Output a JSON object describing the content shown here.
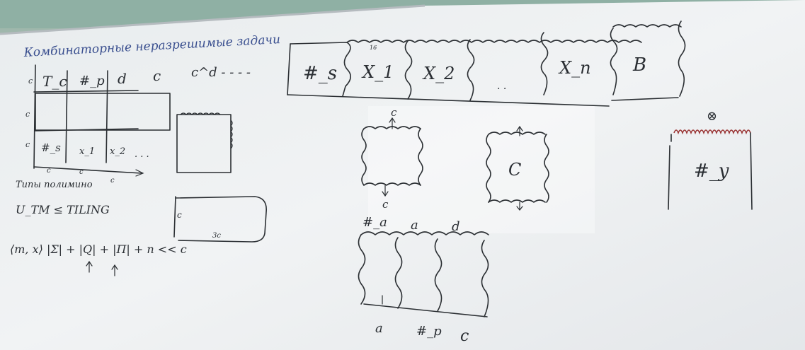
{
  "board": {
    "title": "Комбинаторные неразрешимые задачи",
    "left_grid": {
      "header_cells": [
        "T_c",
        "#_p",
        "d",
        "c"
      ],
      "bottom_row": [
        "#_s",
        "x_1",
        "x_2",
        ". . ."
      ],
      "row_label": "c",
      "bottom_labels": [
        "c",
        "c",
        "c"
      ],
      "caption": "Типы полимино",
      "inequality": "U_TM ≤ TILING",
      "formula": "⟨m, x⟩  |Σ| + |Q| + |Π| + n << c"
    },
    "top_strip": {
      "lead": "c^d - - - -",
      "cells": [
        "#_s",
        "X_1",
        "X_2",
        ". .",
        "X_n",
        "B"
      ],
      "superscript": "16"
    },
    "center_tile": {
      "top": "c",
      "bottom": "c"
    },
    "right_tile": {
      "center": "C"
    },
    "long_tile": {
      "left": "c",
      "bottom": "3c"
    },
    "bottom_triple": {
      "top_labels": [
        "#_a",
        "a",
        "d"
      ],
      "bottom_labels": [
        "a",
        "#_p",
        "c"
      ]
    },
    "capacitor": {
      "label": "#_y",
      "top_symbol": "⊗"
    }
  }
}
